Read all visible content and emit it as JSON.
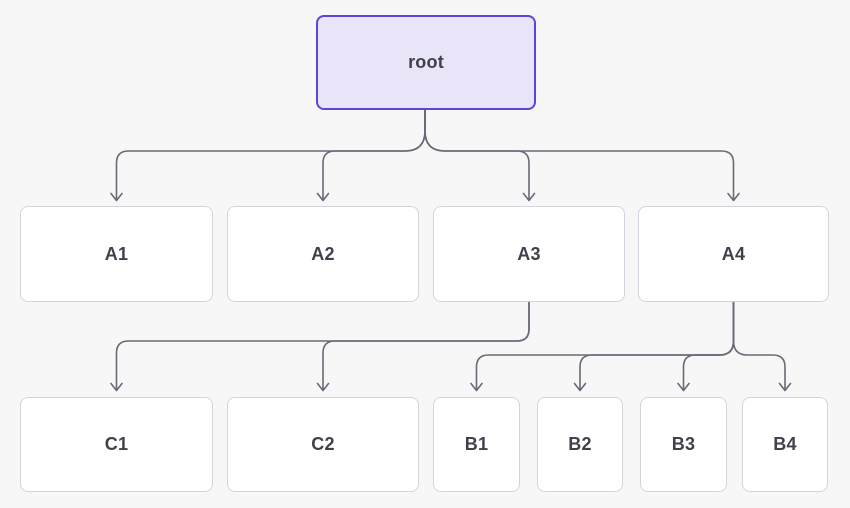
{
  "diagram": {
    "type": "tree",
    "nodes": {
      "root": "root",
      "a1": "A1",
      "a2": "A2",
      "a3": "A3",
      "a4": "A4",
      "c1": "C1",
      "c2": "C2",
      "b1": "B1",
      "b2": "B2",
      "b3": "B3",
      "b4": "B4"
    },
    "edges": [
      [
        "root",
        "A1"
      ],
      [
        "root",
        "A2"
      ],
      [
        "root",
        "A3"
      ],
      [
        "root",
        "A4"
      ],
      [
        "A3",
        "C1"
      ],
      [
        "A3",
        "C2"
      ],
      [
        "A4",
        "B1"
      ],
      [
        "A4",
        "B2"
      ],
      [
        "A4",
        "B3"
      ],
      [
        "A4",
        "B4"
      ]
    ],
    "colors": {
      "background": "#f7f7f8",
      "root_fill": "#e9e4f8",
      "root_border": "#5b46d9",
      "node_fill": "#ffffff",
      "node_border": "#d5d4dd",
      "edge": "#6b6976",
      "label_text": "#41414c"
    }
  }
}
